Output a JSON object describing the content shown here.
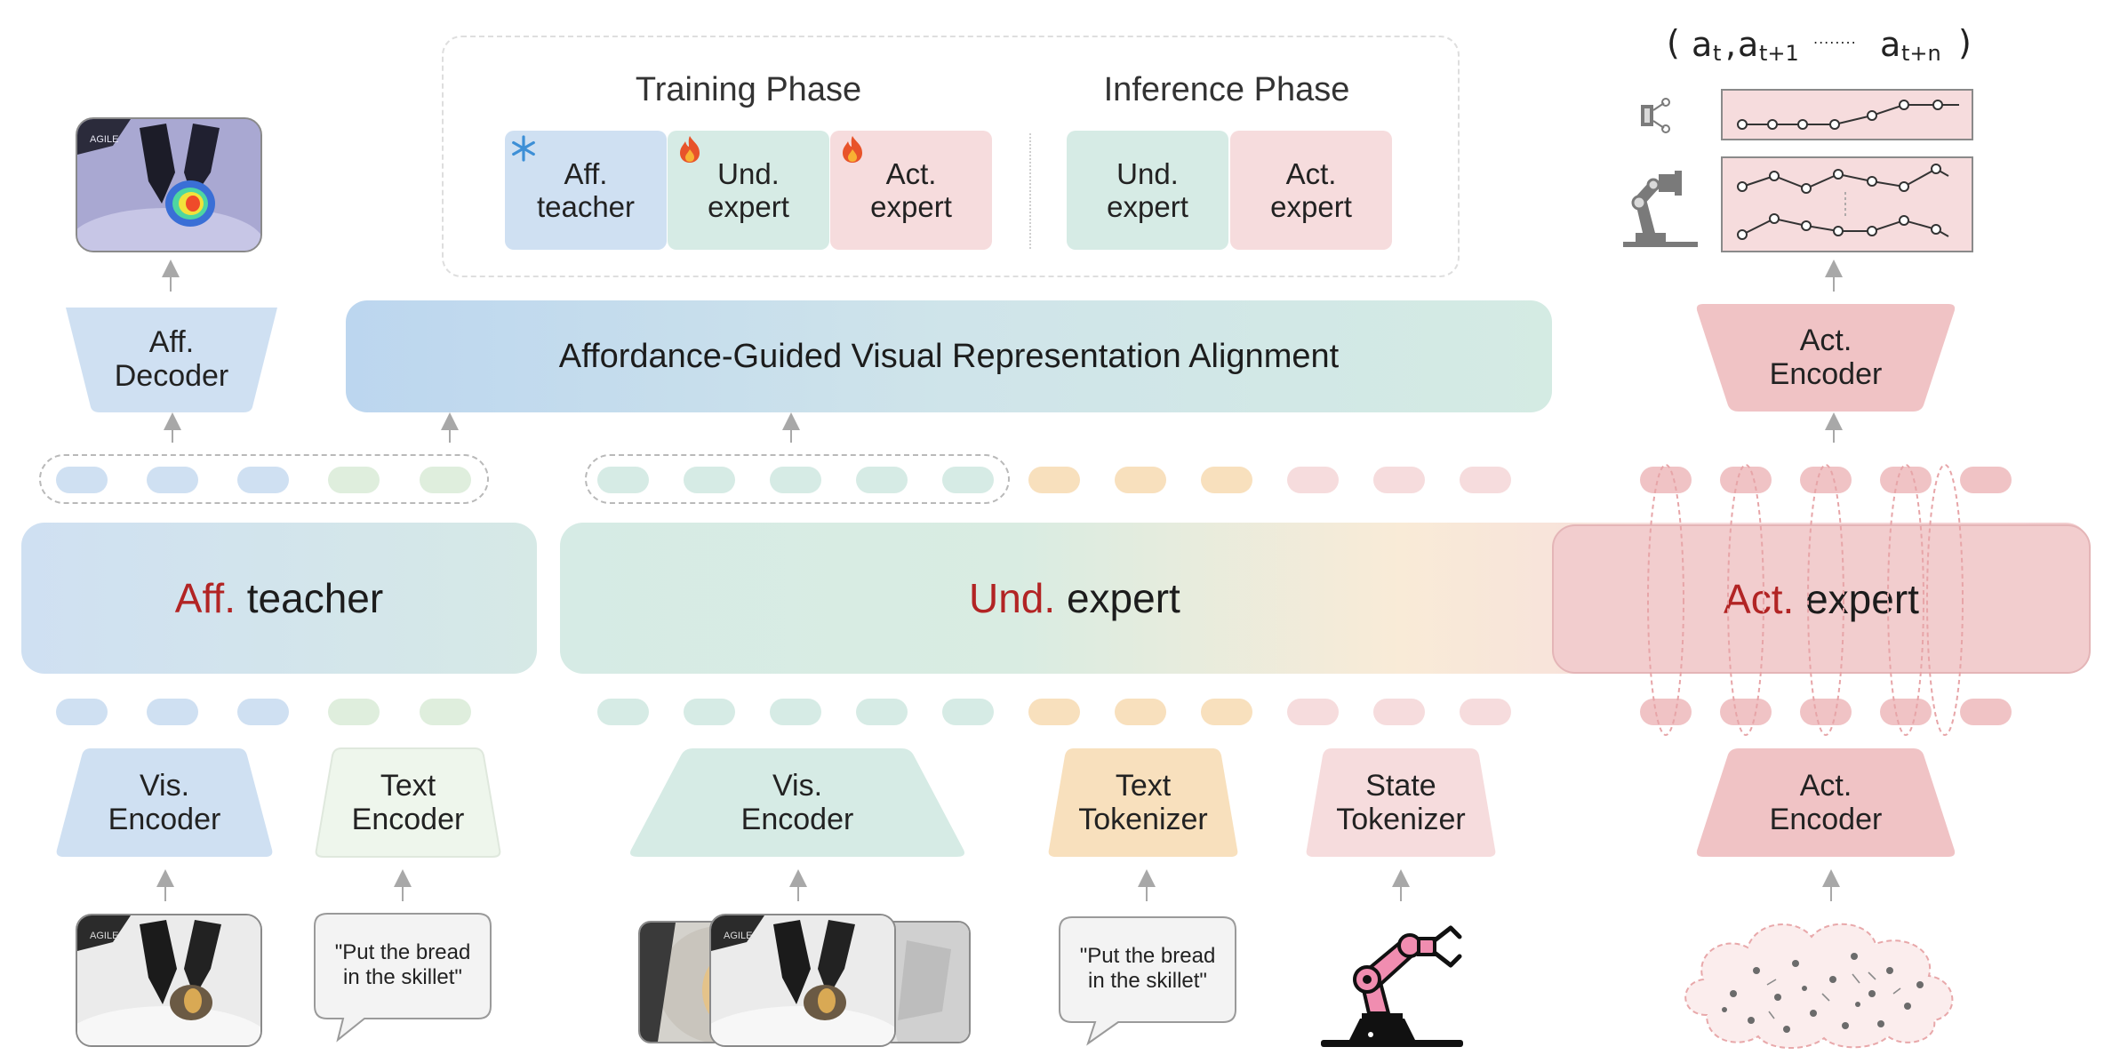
{
  "legend": {
    "training_title": "Training Phase",
    "inference_title": "Inference Phase",
    "training_boxes": [
      "Aff.\nteacher",
      "Und.\nexpert",
      "Act.\nexpert"
    ],
    "inference_boxes": [
      "Und.\nexpert",
      "Act.\nexpert"
    ]
  },
  "alignment_label": "Affordance-Guided Visual Representation Alignment",
  "aff_decoder": "Aff.\nDecoder",
  "act_encoder_top": "Act.\nEncoder",
  "act_encoder_bottom": "Act.\nEncoder",
  "experts": {
    "aff_prefix": "Aff.",
    "aff_suffix": " teacher",
    "und_prefix": "Und.",
    "und_suffix": " expert",
    "act_prefix": "Act.",
    "act_suffix": " expert"
  },
  "encoders": {
    "vis_left": "Vis.\nEncoder",
    "text_left": "Text\nEncoder",
    "vis_mid": "Vis.\nEncoder",
    "text_tokenizer": "Text\nTokenizer",
    "state_tokenizer": "State\nTokenizer"
  },
  "instruction_text": "\"Put the bread\nin the skillet\"",
  "action_sequence": {
    "a_t": "a",
    "a_t_sub": "t",
    "a_t1": "a",
    "a_t1_sub": "t+1",
    "dots": "........",
    "a_tn": "a",
    "a_tn_sub": "t+n"
  },
  "image_watermark": "AGILE",
  "colors": {
    "blue": "#cfe0f2",
    "green": "#dfeedd",
    "teal": "#d6ebe5",
    "orange": "#f8e0bd",
    "pink": "#f6dcdd",
    "red": "#f0c3c5",
    "accent_red": "#b22424"
  }
}
